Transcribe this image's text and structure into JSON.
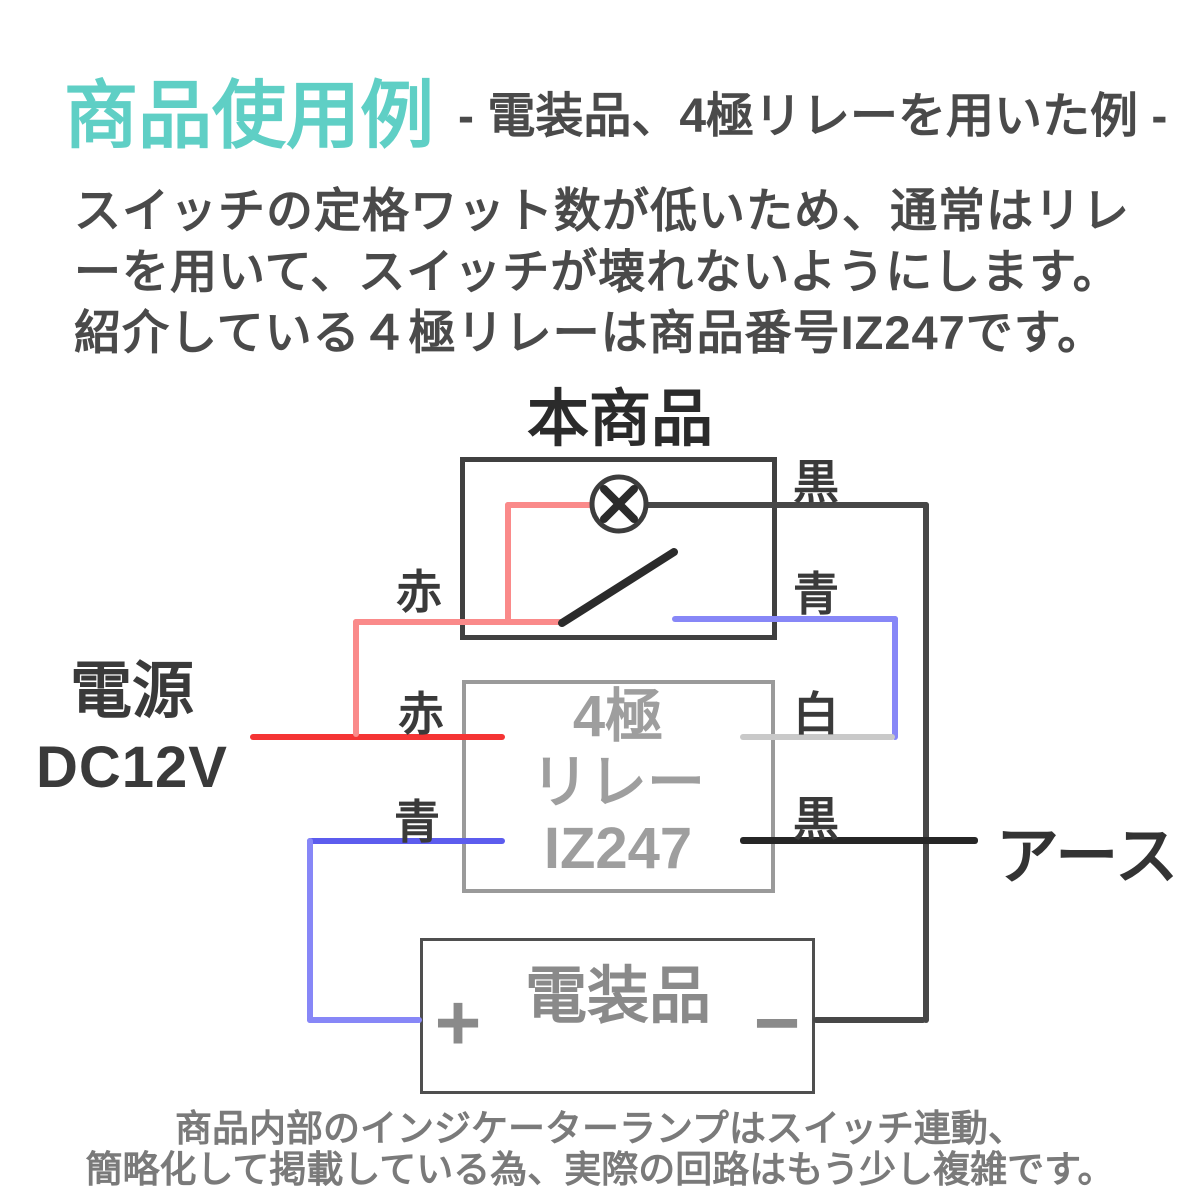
{
  "header": {
    "title": "商品使用例",
    "title_color": "#5fcfc5",
    "subtitle": "- 電装品、4極リレーを用いた例 -"
  },
  "intro": {
    "lines": [
      "スイッチの定格ワット数が低いため、通常はリレ",
      "ーを用いて、スイッチが壊れないようにします。",
      "紹介している４極リレーは商品番号IZ247です。"
    ]
  },
  "diagram": {
    "product_box": {
      "title": "本商品",
      "labels": {
        "red": "赤",
        "black": "黒",
        "blue": "青"
      }
    },
    "relay_box": {
      "lines": [
        "4極",
        "リレー",
        "IZ247"
      ],
      "labels": {
        "red": "赤",
        "white": "白",
        "blue": "青",
        "black": "黒"
      }
    },
    "load_box": {
      "title": "電装品",
      "plus": "+",
      "minus": "−"
    },
    "power": {
      "line1": "電源",
      "line2": "DC12V"
    },
    "earth": "アース",
    "wire_colors": {
      "red": "#f53434",
      "salmon": "#fa8a8a",
      "blue_light": "#8787f7",
      "blue_medium": "#5c5cee",
      "white": "#c9c9c9",
      "gray": "#474747",
      "black": "#262626"
    }
  },
  "footer": {
    "lines": [
      "商品内部のインジケーターランプはスイッチ連動、",
      "簡略化して掲載している為、実際の回路はもう少し複雑です。"
    ]
  }
}
